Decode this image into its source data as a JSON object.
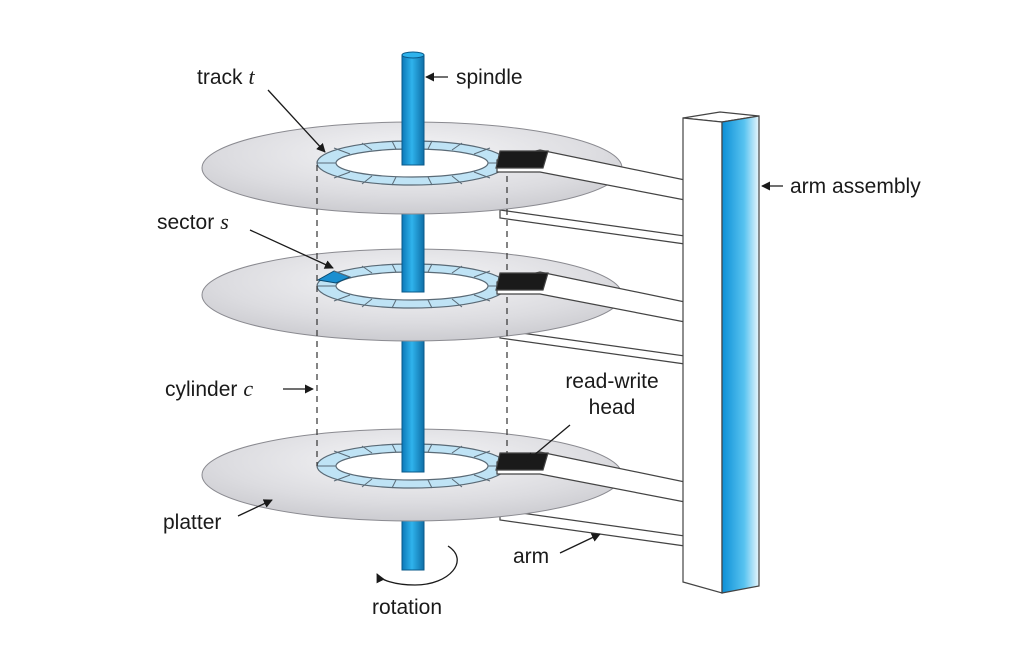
{
  "labels": {
    "track": "track",
    "track_var": "t",
    "spindle": "spindle",
    "sector": "sector",
    "sector_var": "s",
    "arm_assembly": "arm assembly",
    "cylinder": "cylinder",
    "cylinder_var": "c",
    "read_write_line1": "read-write",
    "read_write_line2": "head",
    "platter": "platter",
    "arm": "arm",
    "rotation": "rotation"
  },
  "colors": {
    "platter_light": "#f4f4f6",
    "platter_dark": "#c7c7cc",
    "track_blue": "#bfe3f5",
    "spindle_blue": "#1aa3e0",
    "highlight_sector": "#1b8fd0",
    "head_black": "#1a1a1a"
  }
}
